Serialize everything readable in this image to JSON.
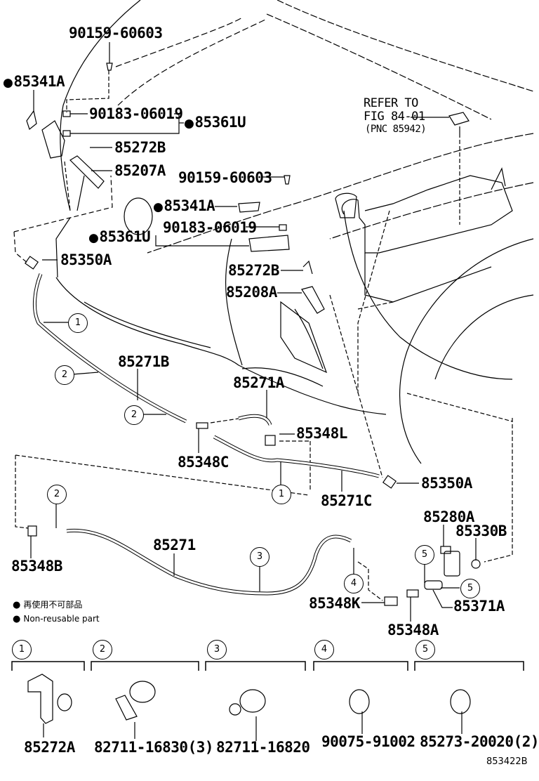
{
  "diagram": {
    "title_code": "853422B",
    "reference_note": {
      "line1": "REFER TO",
      "line2": "FIG 84-01",
      "line3": "(PNC 85942)"
    },
    "callouts": {
      "bolt_top": "90159-60603",
      "cap_left": "85341A",
      "clip_top": "90183-06019",
      "bracket_top": "85361U",
      "clip_85272B_top": "85272B",
      "nozzle_left": "85207A",
      "bolt_mid": "90159-60603",
      "cap_mid": "85341A",
      "clip_mid": "90183-06019",
      "bracket_mid": "85361U",
      "valve_left": "85350A",
      "clip_85272B_mid": "85272B",
      "nozzle_right": "85208A",
      "hose_b": "85271B",
      "hose_a": "85271A",
      "joint_l": "85348L",
      "joint_c": "85348C",
      "hose_c": "85271C",
      "valve_right": "85350A",
      "pump": "85280A",
      "grommet": "85330B",
      "joint_b": "85348B",
      "hose_main": "85271",
      "joint_k": "85348K",
      "hose_short": "85371A",
      "joint_a": "85348A"
    },
    "reference_markers": [
      "1",
      "2",
      "2",
      "1",
      "2",
      "3",
      "4",
      "5",
      "5"
    ],
    "legend": {
      "marker": "●",
      "japanese": "再使用不可部品",
      "english": "Non-reusable part"
    },
    "parts_table": [
      {
        "ref": "1",
        "part_no": "85272A"
      },
      {
        "ref": "2",
        "part_no": "82711-16830(3)"
      },
      {
        "ref": "3",
        "part_no": "82711-16820"
      },
      {
        "ref": "4",
        "part_no": "90075-91002"
      },
      {
        "ref": "5",
        "part_no": "85273-20020(2)"
      }
    ]
  }
}
